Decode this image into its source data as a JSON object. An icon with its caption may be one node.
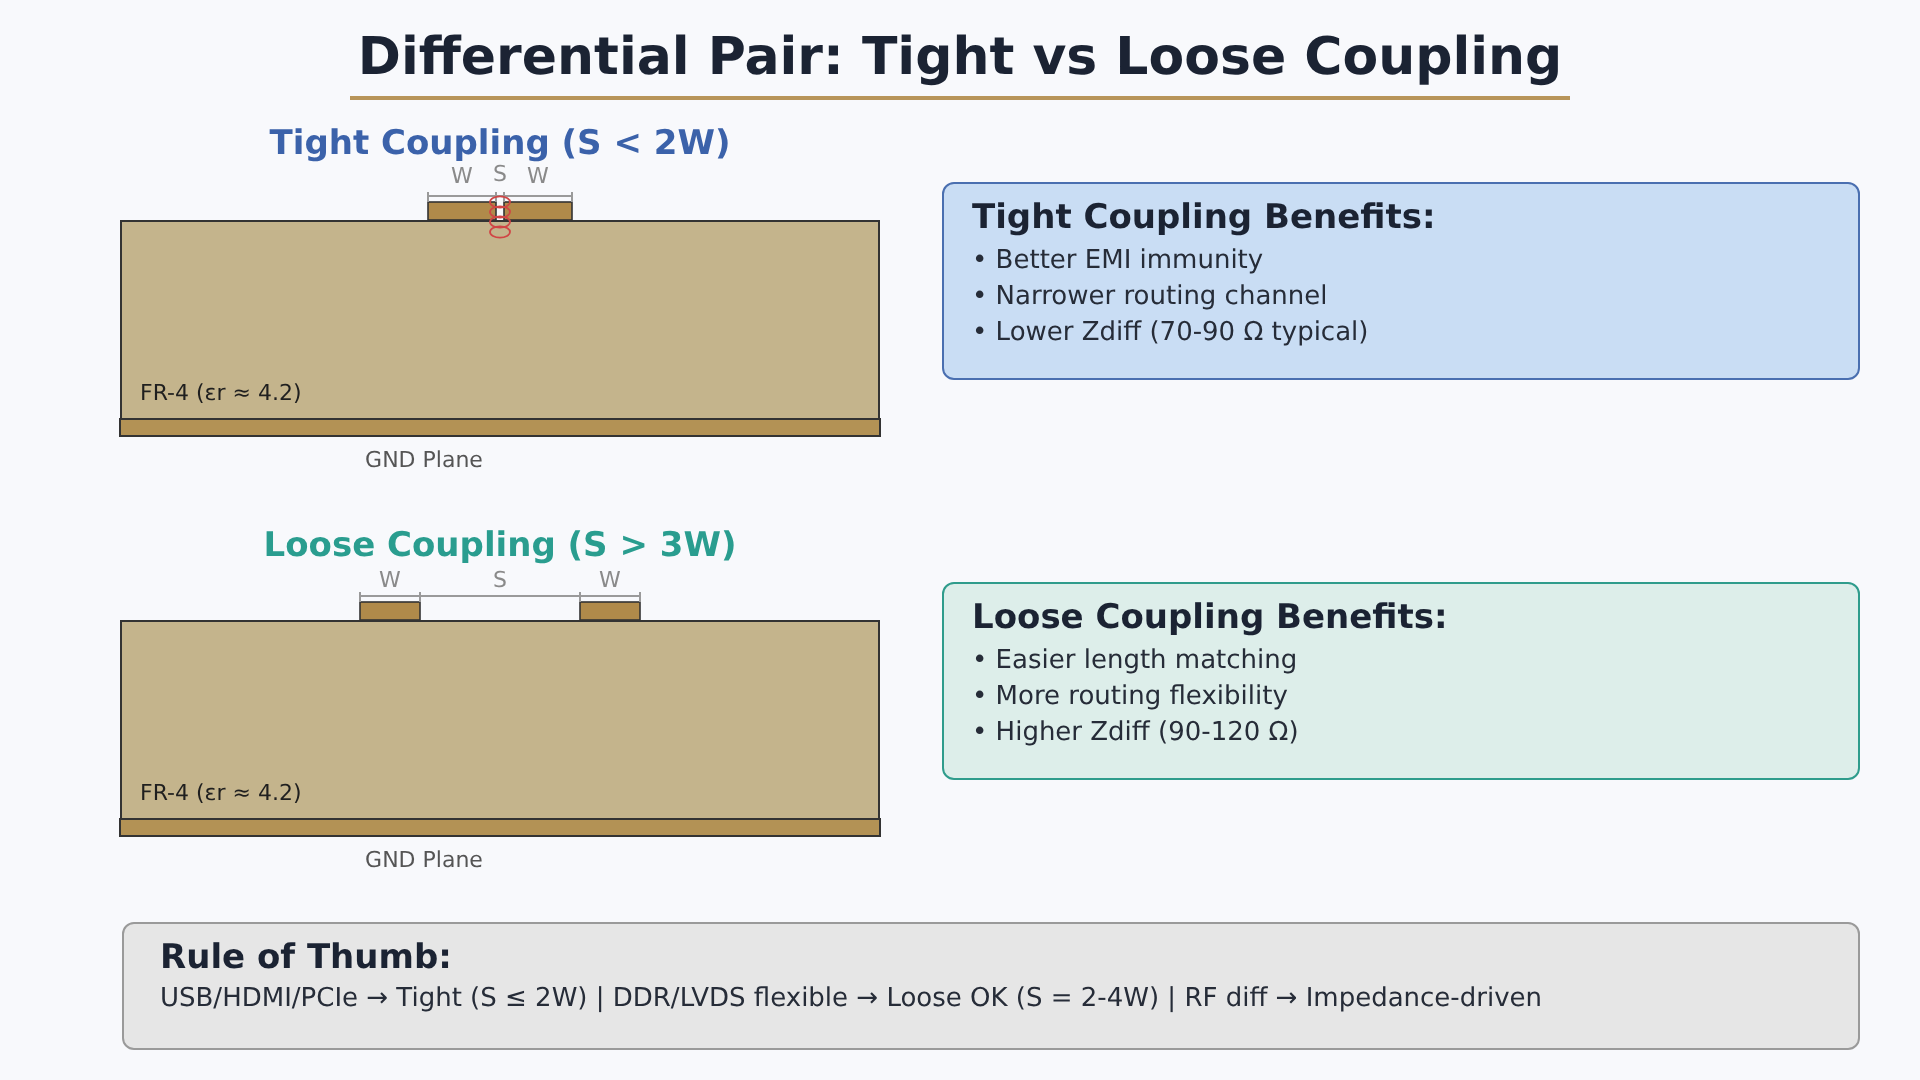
{
  "diagram": {
    "title": "Differential Pair: Tight vs Loose Coupling",
    "nodes": [
      {
        "text": [
          "FR-4 (εr ≈ 4.2)"
        ]
      },
      {
        "text": [
          "Tight Coupling Benefits:",
          "• Better EMI immunity",
          "• Narrower routing channel",
          "• Lower Zdiff (70-90 Ω typical)"
        ]
      },
      {
        "text": [
          "FR-4 (εr ≈ 4.2)"
        ]
      },
      {
        "text": [
          "Loose Coupling Benefits:",
          "• Easier length matching",
          "• More routing flexibility",
          "• Higher Zdiff (90-120 Ω)"
        ]
      },
      {
        "text": [
          "Rule of Thumb:",
          "USB/HDMI/PCIe → Tight (S ≤ 2W) | DDR/LVDS flexible → Loose OK (S = 2-4W) | RF diff → Impedance-driven"
        ]
      }
    ],
    "labels": [
      "Tight Coupling (S < 2W)",
      "W",
      "S",
      "W",
      "GND Plane",
      "Loose Coupling (S > 3W)",
      "W",
      "S",
      "W",
      "GND Plane"
    ]
  }
}
